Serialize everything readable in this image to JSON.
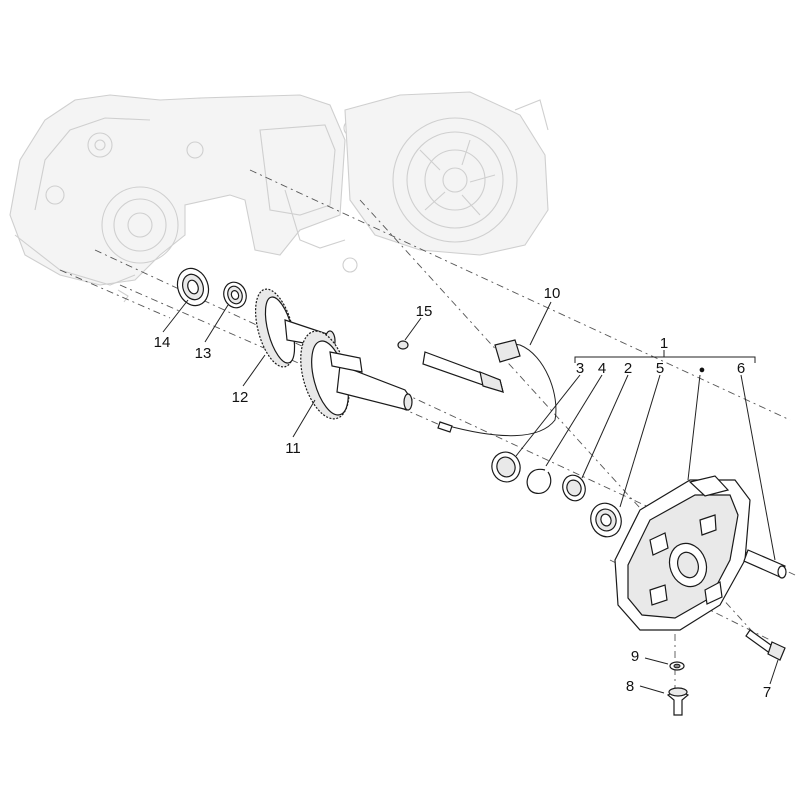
{
  "callouts": [
    {
      "id": "c1",
      "label": "1"
    },
    {
      "id": "c2",
      "label": "2"
    },
    {
      "id": "c3",
      "label": "3"
    },
    {
      "id": "c4",
      "label": "4"
    },
    {
      "id": "c5",
      "label": "5"
    },
    {
      "id": "c6",
      "label": "6"
    },
    {
      "id": "c7",
      "label": "7"
    },
    {
      "id": "c8",
      "label": "8"
    },
    {
      "id": "c9",
      "label": "9"
    },
    {
      "id": "c10",
      "label": "10"
    },
    {
      "id": "c11",
      "label": "11"
    },
    {
      "id": "c12",
      "label": "12"
    },
    {
      "id": "c13",
      "label": "13"
    },
    {
      "id": "c14",
      "label": "14"
    },
    {
      "id": "c15",
      "label": "15"
    }
  ],
  "group_marker": "●"
}
